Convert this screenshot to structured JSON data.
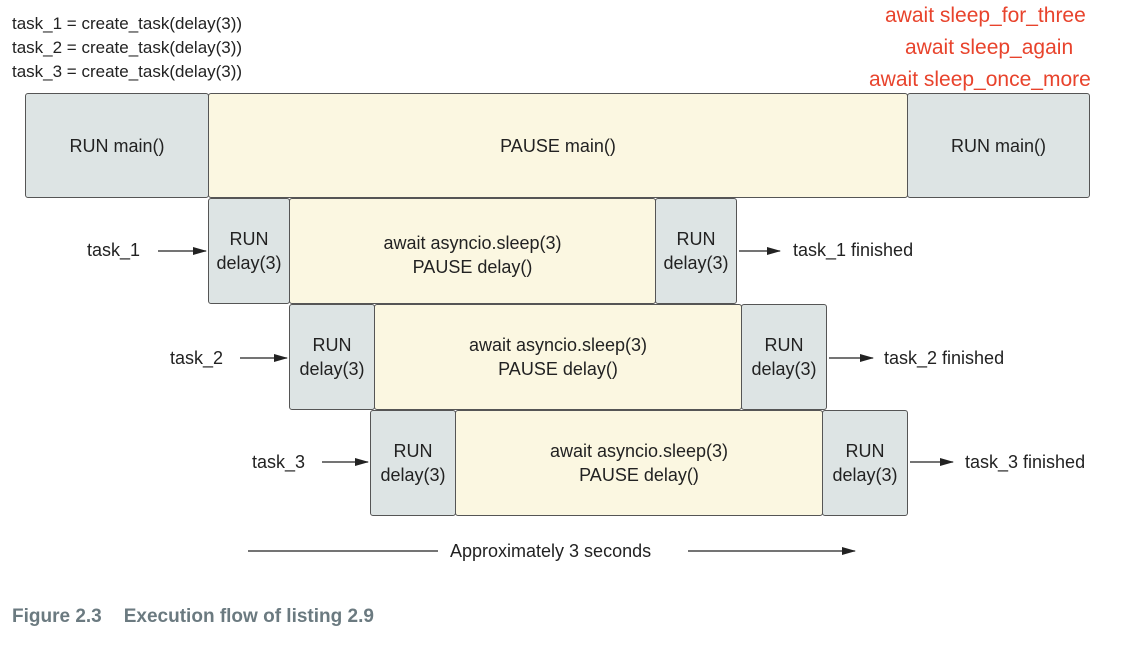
{
  "code_lines": [
    "task_1 = create_task(delay(3))",
    "task_2 = create_task(delay(3))",
    "task_3 = create_task(delay(3))"
  ],
  "await_lines": [
    "await sleep_for_three",
    "await sleep_again",
    "await sleep_once_more"
  ],
  "main_row": {
    "run_start": "RUN main()",
    "pause": "PAUSE main()",
    "run_end": "RUN main()"
  },
  "tasks": [
    {
      "label": "task_1",
      "run_line1": "RUN",
      "run_line2": "delay(3)",
      "pause_line1": "await asyncio.sleep(3)",
      "pause_line2": "PAUSE delay()",
      "finished": "task_1 finished"
    },
    {
      "label": "task_2",
      "run_line1": "RUN",
      "run_line2": "delay(3)",
      "pause_line1": "await asyncio.sleep(3)",
      "pause_line2": "PAUSE delay()",
      "finished": "task_2 finished"
    },
    {
      "label": "task_3",
      "run_line1": "RUN",
      "run_line2": "delay(3)",
      "pause_line1": "await asyncio.sleep(3)",
      "pause_line2": "PAUSE delay()",
      "finished": "task_3 finished"
    }
  ],
  "timeline_label": "Approximately 3 seconds",
  "caption": {
    "number": "Figure 2.3",
    "text": "Execution flow of listing 2.9"
  },
  "colors": {
    "run_fill": "#dde4e4",
    "pause_fill": "#fbf7e1",
    "await_text": "#e8432c",
    "caption_text": "#6b7a80"
  }
}
